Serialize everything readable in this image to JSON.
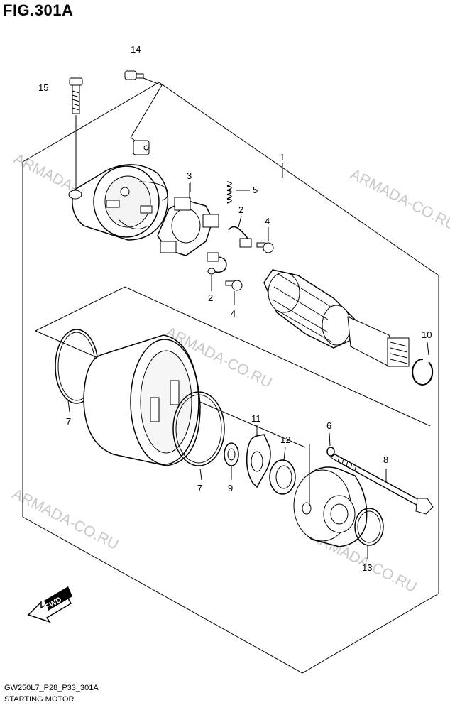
{
  "figure": {
    "title": "FIG.301A",
    "code": "GW250L7_P28_P33_301A",
    "subtitle": "STARTING MOTOR"
  },
  "watermark": "ARMADA-CO.RU",
  "fwd_label": "FWD",
  "callouts": {
    "c1": "1",
    "c2a": "2",
    "c2b": "2",
    "c3": "3",
    "c4a": "4",
    "c4b": "4",
    "c5": "5",
    "c6": "6",
    "c7a": "7",
    "c7b": "7",
    "c8": "8",
    "c9": "9",
    "c10": "10",
    "c11": "11",
    "c12": "12",
    "c13": "13",
    "c14": "14",
    "c15": "15"
  }
}
